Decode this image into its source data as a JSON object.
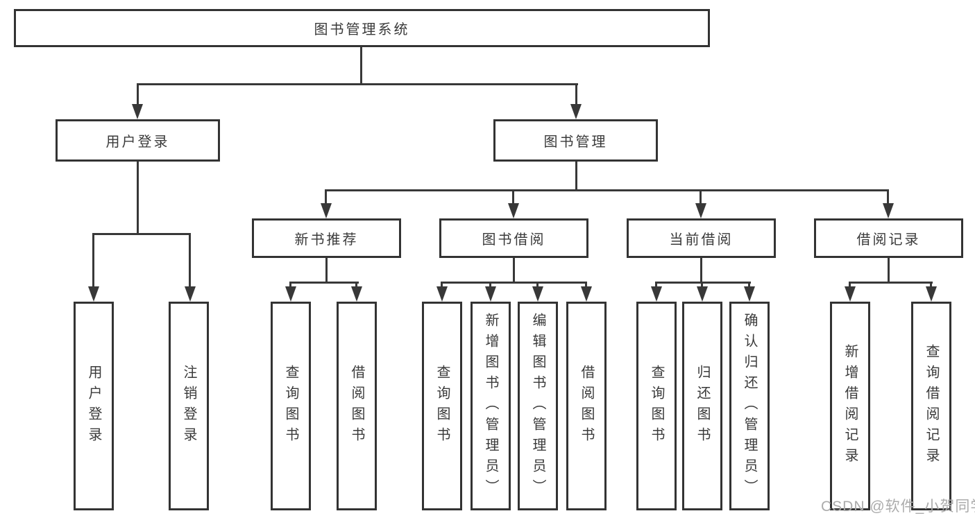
{
  "diagram_title": "图书管理系统",
  "tree": {
    "root": {
      "label": "图书管理系统"
    },
    "level2": {
      "user_login": {
        "label": "用户登录"
      },
      "book_management": {
        "label": "图书管理"
      }
    },
    "level3": {
      "new_book_recommend": {
        "label": "新书推荐"
      },
      "book_borrowing": {
        "label": "图书借阅"
      },
      "current_borrowing": {
        "label": "当前借阅"
      },
      "borrowing_records": {
        "label": "借阅记录"
      }
    },
    "leaves": {
      "user_login_leaf": {
        "label": "用户登录"
      },
      "logout": {
        "label": "注销登录"
      },
      "query_books_recommend": {
        "label": "查询图书"
      },
      "borrow_books_recommend": {
        "label": "借阅图书"
      },
      "query_books_borrowing": {
        "label": "查询图书"
      },
      "add_books_admin": {
        "label": "新增图书（管理员）"
      },
      "edit_books_admin": {
        "label": "编辑图书（管理员）"
      },
      "borrow_books_borrowing": {
        "label": "借阅图书"
      },
      "query_books_current": {
        "label": "查询图书"
      },
      "return_books": {
        "label": "归还图书"
      },
      "confirm_return_admin": {
        "label": "确认归还（管理员）"
      },
      "add_borrow_record": {
        "label": "新增借阅记录"
      },
      "query_borrow_record": {
        "label": "查询借阅记录"
      }
    }
  },
  "watermark": {
    "text": "CSDN @软件_小贺同学"
  },
  "colors": {
    "line": "#383838",
    "box_border": "#333333",
    "text": "#3a3a3a",
    "watermark": "#ababab",
    "background": "#ffffff"
  }
}
